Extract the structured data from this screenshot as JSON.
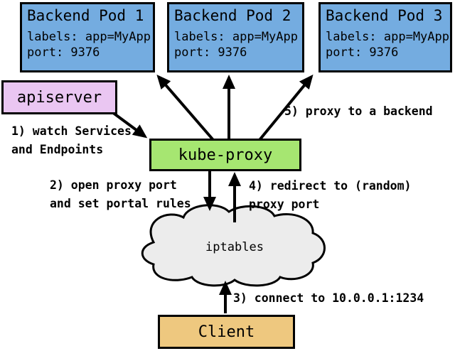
{
  "diagram": {
    "pods": [
      {
        "title": "Backend Pod 1",
        "labels": "labels: app=MyApp",
        "port": "port: 9376"
      },
      {
        "title": "Backend Pod 2",
        "labels": "labels: app=MyApp",
        "port": "port: 9376"
      },
      {
        "title": "Backend Pod 3",
        "labels": "labels: app=MyApp",
        "port": "port: 9376"
      }
    ],
    "apiserver": {
      "label": "apiserver"
    },
    "kube_proxy": {
      "label": "kube-proxy"
    },
    "iptables": {
      "label": "iptables"
    },
    "client": {
      "label": "Client"
    },
    "notes": {
      "n1": "1) watch Services\nand Endpoints",
      "n2": "2) open proxy port\nand set portal rules",
      "n3": "3) connect to 10.0.0.1:1234",
      "n4": "4) redirect to (random)\nproxy port",
      "n5": "5) proxy to a backend"
    },
    "colors": {
      "pod": "#74ACE0",
      "apiserver": "#EAC6F2",
      "kube_proxy": "#A6E671",
      "client": "#EEC87F",
      "cloud": "#ECECEC"
    }
  }
}
